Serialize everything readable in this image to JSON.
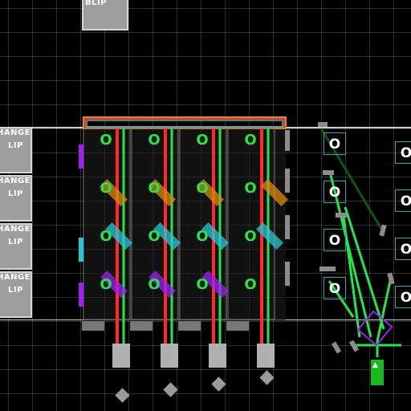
{
  "scene": {
    "background": "#000000",
    "grid_color": "#ffffff",
    "wire_colors": {
      "red": "#ff2a2a",
      "green": "#22e64a",
      "cyan": "#2ec4d6",
      "purple": "#a020f0",
      "orange": "#d98a12"
    }
  },
  "top_component": {
    "label": "BLIP"
  },
  "left_components": [
    {
      "label": "HANGE",
      "sublabel": "LIP"
    },
    {
      "label": "HANGE",
      "sublabel": "LIP"
    },
    {
      "label": "HANGE",
      "sublabel": "LIP"
    },
    {
      "label": "HANGE",
      "sublabel": "LIP"
    }
  ],
  "grid_cells": {
    "glyph": "O",
    "rows": [
      [
        "O",
        "O",
        "O",
        "O"
      ],
      [
        "O",
        "O",
        "O",
        "O"
      ],
      [
        "O",
        "O",
        "O",
        "O"
      ],
      [
        "O",
        "O",
        "O",
        "O"
      ]
    ]
  },
  "output_column_1": [
    "O",
    "O",
    "O",
    "O"
  ],
  "output_column_2": [
    "O",
    "O",
    "O",
    "O"
  ],
  "ground_icon": "ground-icon"
}
